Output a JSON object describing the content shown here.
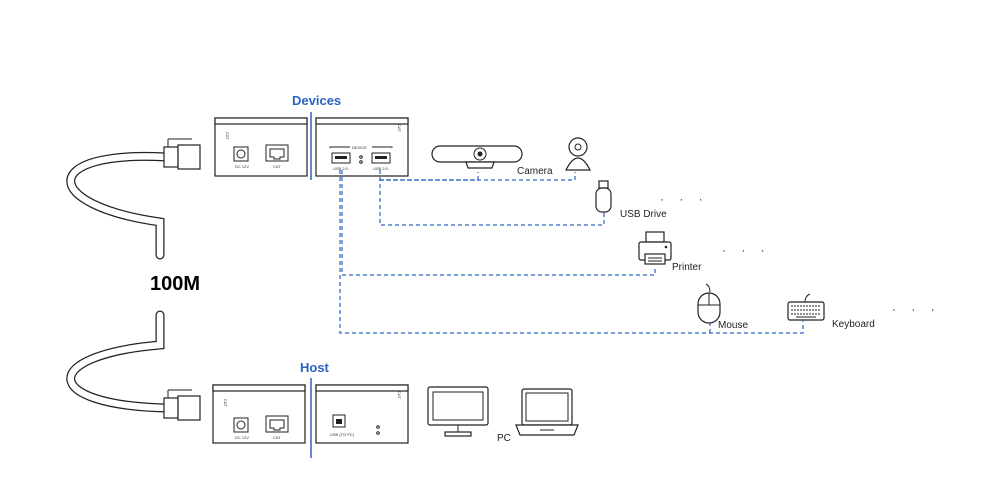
{
  "labels": {
    "devices": "Devices",
    "host": "Host",
    "speed": "100M",
    "camera": "Camera",
    "usb_drive": "USB Drive",
    "printer": "Printer",
    "mouse": "Mouse",
    "keyboard": "Keyboard",
    "pc": "PC"
  },
  "device_unit": {
    "front": {
      "dc": "DC 12V",
      "cat": "CAT"
    },
    "back": {
      "device": "DEVICE",
      "usb_left": "USB 2.0",
      "usb_right": "USB 2.0"
    }
  },
  "host_unit": {
    "front": {
      "dc": "DC 12V",
      "cat": "CAT"
    },
    "back": {
      "usb": "USB (TO PC)"
    }
  },
  "ellipsis": "· · ·",
  "colors": {
    "accent": "#2a63c6",
    "line": "#222222"
  }
}
